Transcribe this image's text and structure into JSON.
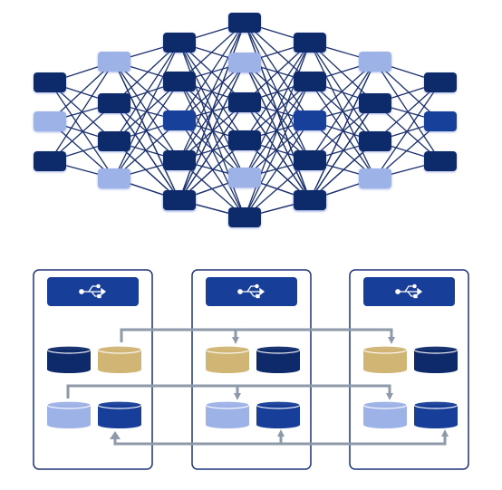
{
  "colors": {
    "navy": "#0f2a6b",
    "blue": "#173f99",
    "light": "#9db2e6",
    "gold": "#d1b574",
    "line": "#1a2f6e",
    "arrow": "#8e9aaa",
    "border": "#1e3276",
    "background": "#ffffff"
  },
  "network": {
    "layers": [
      {
        "nodes": [
          "navy",
          "light",
          "navy"
        ]
      },
      {
        "nodes": [
          "light",
          "navy",
          "navy",
          "light"
        ]
      },
      {
        "nodes": [
          "navy",
          "navy",
          "blue",
          "navy",
          "navy",
          "navy"
        ]
      },
      {
        "nodes": [
          "navy",
          "light",
          "navy",
          "navy",
          "light",
          "navy"
        ]
      },
      {
        "nodes": [
          "navy",
          "navy",
          "blue",
          "navy",
          "navy",
          "navy"
        ]
      },
      {
        "nodes": [
          "light",
          "navy",
          "navy",
          "light"
        ]
      },
      {
        "nodes": [
          "navy",
          "blue",
          "navy"
        ]
      }
    ]
  },
  "servers": [
    {
      "header_icon": "usb-icon",
      "disks": [
        [
          "navy",
          "gold"
        ],
        [
          "light",
          "blue"
        ]
      ]
    },
    {
      "header_icon": "usb-icon",
      "disks": [
        [
          "gold",
          "navy"
        ],
        [
          "light",
          "blue"
        ]
      ]
    },
    {
      "header_icon": "usb-icon",
      "disks": [
        [
          "gold",
          "navy"
        ],
        [
          "light",
          "blue"
        ]
      ]
    }
  ]
}
